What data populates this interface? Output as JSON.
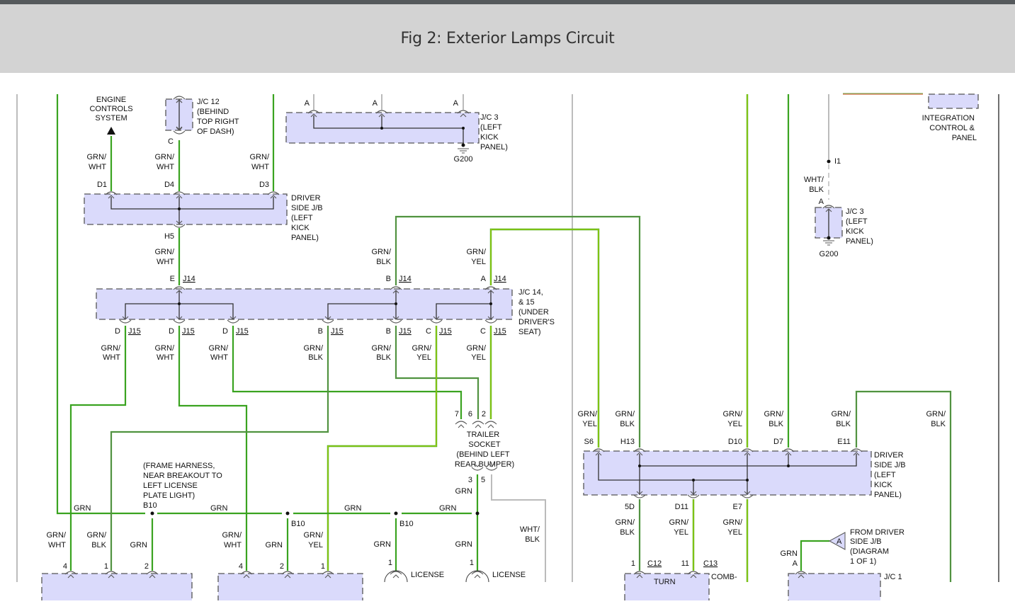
{
  "header": {
    "title": "Fig 2: Exterior Lamps Circuit"
  },
  "colors": {
    "green_wire": "#3aa320",
    "yellow_tracer": "#e8f000",
    "connector_fill": "#dadafb",
    "header_bg": "#d3d3d3",
    "topbar": "#55595c"
  },
  "components": {
    "engine_controls": [
      "ENGINE",
      "CONTROLS",
      "SYSTEM"
    ],
    "jc12": [
      "J/C 12",
      "(BEHIND",
      "TOP RIGHT",
      "OF DASH)"
    ],
    "jc3_top": [
      "J/C 3",
      "(LEFT",
      "KICK",
      "PANEL)"
    ],
    "jc3_right": [
      "J/C 3",
      "(LEFT",
      "KICK",
      "PANEL)"
    ],
    "driver_jb_top": [
      "DRIVER",
      "SIDE J/B",
      "(LEFT",
      "KICK",
      "PANEL)"
    ],
    "driver_jb_right": [
      "DRIVER",
      "SIDE J/B",
      "(LEFT",
      "KICK",
      "PANEL)"
    ],
    "jc14_15": [
      "J/C 14,",
      "& 15",
      "(UNDER",
      "DRIVER'S",
      "SEAT)"
    ],
    "integration": [
      "INTEGRATION",
      "CONTROL &",
      "PANEL"
    ],
    "trailer": [
      "TRAILER",
      "SOCKET",
      "(BEHIND LEFT",
      "REAR BUMPER)"
    ],
    "frame_note": [
      "(FRAME HARNESS,",
      "NEAR BREAKOUT TO",
      "LEFT LICENSE",
      "PLATE LIGHT)"
    ],
    "from_driver": [
      "FROM DRIVER",
      "SIDE J/B",
      "(DIAGRAM",
      "1 OF 1)"
    ],
    "license1": "LICENSE",
    "license2": "LICENSE",
    "turn": "TURN",
    "comb": "COMB-",
    "jc1": "J/C 1",
    "ground1": "G200",
    "ground2": "G200",
    "off_page_ref": "A"
  },
  "wire_colors": {
    "grn_wht": [
      "GRN/",
      "WHT"
    ],
    "grn_blk": [
      "GRN/",
      "BLK"
    ],
    "grn_yel": [
      "GRN/",
      "YEL"
    ],
    "wht_blk": [
      "WHT/",
      "BLK"
    ],
    "grn": "GRN"
  },
  "pins": {
    "c": "C",
    "d1": "D1",
    "d4": "D4",
    "d3": "D3",
    "h5": "H5",
    "a": "A",
    "e": "E",
    "b": "B",
    "d": "D",
    "j14": "J14",
    "j15": "J15",
    "p7": "7",
    "p6": "6",
    "p2": "2",
    "p3": "3",
    "p5": "5",
    "b10": "B10",
    "p4": "4",
    "p1": "1",
    "i1": "I1",
    "s6": "S6",
    "h13": "H13",
    "d10": "D10",
    "d7": "D7",
    "e11": "E11",
    "p5d": "5D",
    "d11": "D11",
    "e7": "E7",
    "p11": "11",
    "c12": "C12",
    "c13": "C13"
  }
}
